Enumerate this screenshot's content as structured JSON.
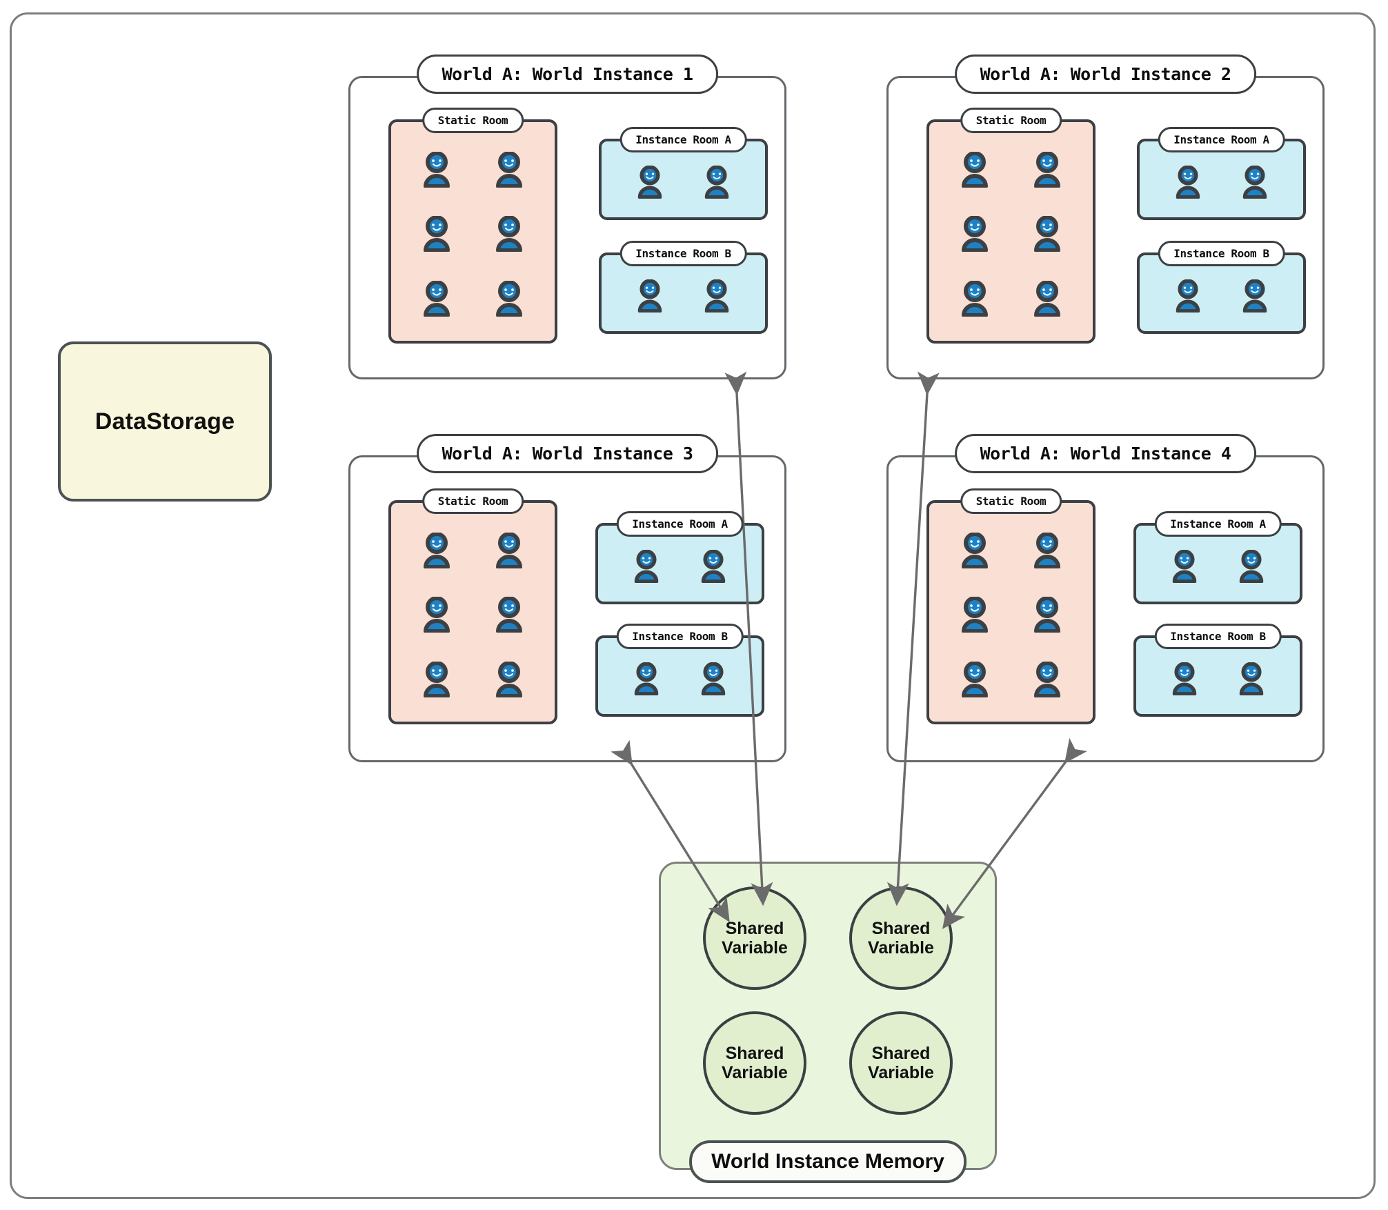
{
  "diagram": {
    "title_hidden": "World instance shared memory architecture",
    "colors": {
      "outer_border": "#7d7d7d",
      "datastorage_fill": "#f8f6dd",
      "static_room_fill": "#fadfd5",
      "instance_room_fill": "#cdeef5",
      "memory_fill": "#eaf5dd",
      "shared_variable_fill": "#e1efcf",
      "person_blue": "#1e81c4",
      "person_outline": "#3c4043",
      "arrow_color": "#6b6b6b"
    }
  },
  "datastorage": {
    "label": "DataStorage"
  },
  "world_instances": [
    {
      "title": "World A: World Instance 1",
      "static_room": {
        "label": "Static Room",
        "person_count": 6,
        "people_icon": "person-icon"
      },
      "instance_rooms": [
        {
          "label": "Instance Room A",
          "person_count": 2,
          "people_icon": "person-icon"
        },
        {
          "label": "Instance Room B",
          "person_count": 2,
          "people_icon": "person-icon"
        }
      ]
    },
    {
      "title": "World A: World Instance 2",
      "static_room": {
        "label": "Static Room",
        "person_count": 6,
        "people_icon": "person-icon"
      },
      "instance_rooms": [
        {
          "label": "Instance Room A",
          "person_count": 2,
          "people_icon": "person-icon"
        },
        {
          "label": "Instance Room B",
          "person_count": 2,
          "people_icon": "person-icon"
        }
      ]
    },
    {
      "title": "World A: World Instance 3",
      "static_room": {
        "label": "Static Room",
        "person_count": 6,
        "people_icon": "person-icon"
      },
      "instance_rooms": [
        {
          "label": "Instance Room A",
          "person_count": 2,
          "people_icon": "person-icon"
        },
        {
          "label": "Instance Room B",
          "person_count": 2,
          "people_icon": "person-icon"
        }
      ]
    },
    {
      "title": "World A: World Instance 4",
      "static_room": {
        "label": "Static Room",
        "person_count": 6,
        "people_icon": "person-icon"
      },
      "instance_rooms": [
        {
          "label": "Instance Room A",
          "person_count": 2,
          "people_icon": "person-icon"
        },
        {
          "label": "Instance Room B",
          "person_count": 2,
          "people_icon": "person-icon"
        }
      ]
    }
  ],
  "memory": {
    "label": "World Instance Memory",
    "shared_variables": [
      {
        "line1": "Shared",
        "line2": "Variable"
      },
      {
        "line1": "Shared",
        "line2": "Variable"
      },
      {
        "line1": "Shared",
        "line2": "Variable"
      },
      {
        "line1": "Shared",
        "line2": "Variable"
      }
    ]
  },
  "connections": [
    {
      "from": "World A: World Instance 1",
      "to": "Shared Variable (top-left)",
      "type": "bidirectional"
    },
    {
      "from": "World A: World Instance 2",
      "to": "Shared Variable (top-right)",
      "type": "bidirectional"
    },
    {
      "from": "World A: World Instance 3",
      "to": "Shared Variable (top-left)",
      "type": "bidirectional"
    },
    {
      "from": "World A: World Instance 4",
      "to": "Shared Variable (top-right)",
      "type": "bidirectional"
    }
  ]
}
